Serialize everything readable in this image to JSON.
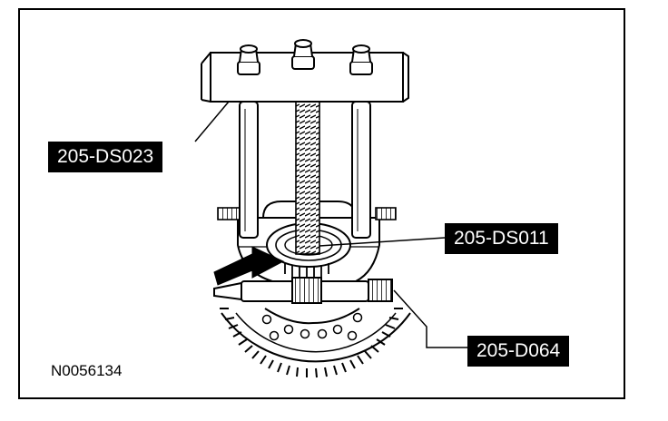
{
  "figure": {
    "reference_number": "N0056134"
  },
  "callouts": {
    "puller_tool": "205-DS023",
    "bearing_tool": "205-DS011",
    "holding_tool": "205-D064"
  },
  "colors": {
    "line": "#000000",
    "paper": "#ffffff",
    "label_bg": "#000000",
    "label_text": "#ffffff"
  }
}
